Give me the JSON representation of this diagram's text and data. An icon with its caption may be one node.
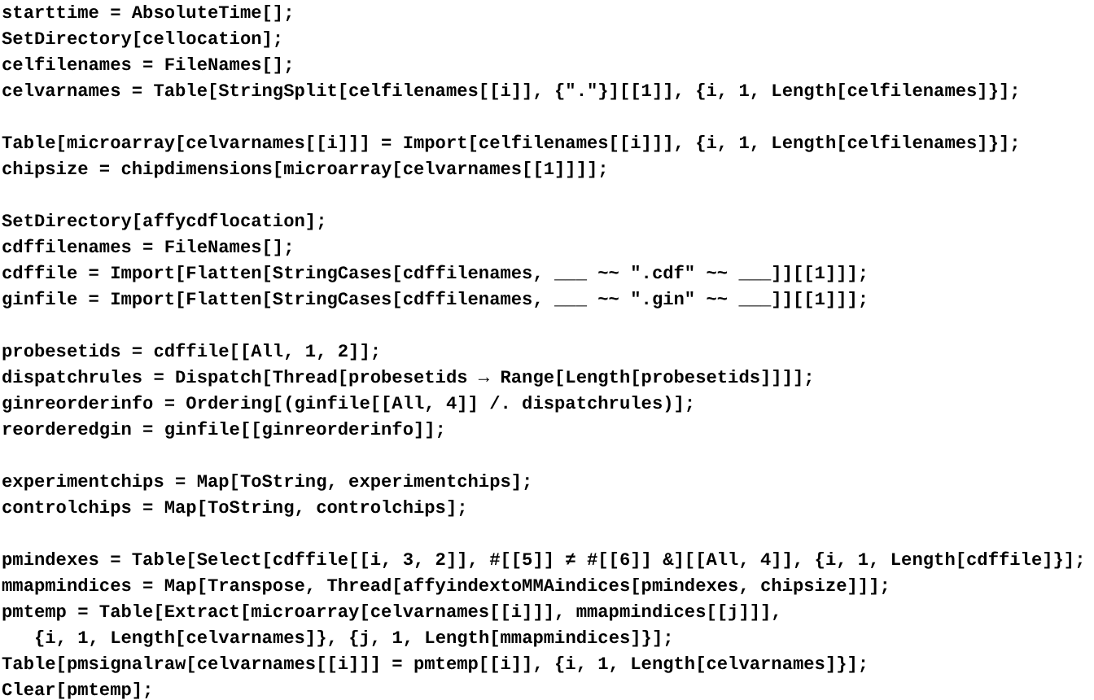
{
  "diagram": {
    "labels": [
      "starttime = AbsoluteTime[];",
      "SetDirectory[cellocation];",
      "celfilenames = FileNames[];",
      "celvarnames = Table[StringSplit[celfilenames[[i]], {\".\"}][[1]], {i, 1, Length[celfilenames]}];",
      "Table[microarray[celvarnames[[i]]] = Import[celfilenames[[i]]], {i, 1, Length[celfilenames]}];",
      "chipsize = chipdimensions[microarray[celvarnames[[1]]]];",
      "SetDirectory[affycdflocation];",
      "cdffilenames = FileNames[];",
      "cdffile = Import[Flatten[StringCases[cdffilenames, ___ ~~ \".cdf\" ~~ ___]][[1]]];",
      "ginfile = Import[Flatten[StringCases[cdffilenames, ___ ~~ \".gin\" ~~ ___]][[1]]];",
      "probesetids = cdffile[[All, 1, 2]];",
      "dispatchrules = Dispatch[Thread[probesetids → Range[Length[probesetids]]]];",
      "ginreorderinfo = Ordering[(ginfile[[All, 4]] /. dispatchrules)];",
      "reorderedgin = ginfile[[ginreorderinfo]];",
      "experimentchips = Map[ToString, experimentchips];",
      "controlchips = Map[ToString, controlchips];",
      "pmindexes = Table[Select[cdffile[[i, 3, 2]], #[[5]] ≠ #[[6]] &][[All, 4]], {i, 1, Length[cdffile]}];",
      "mmapmindices = Map[Transpose, Thread[affyindextoMMAindices[pmindexes, chipsize]]];",
      "pmtemp = Table[Extract[microarray[celvarnames[[i]]], mmapmindices[[j]]],",
      "{i, 1, Length[celvarnames]}, {j, 1, Length[mmapmindices]}];",
      "Table[pmsignalraw[celvarnames[[i]]] = pmtemp[[i]], {i, 1, Length[celvarnames]}];",
      "Clear[pmtemp];"
    ]
  }
}
